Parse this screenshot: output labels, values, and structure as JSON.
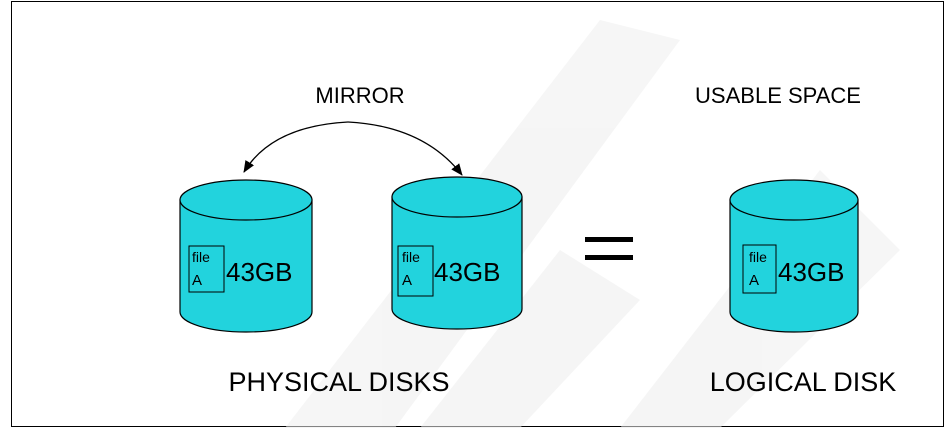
{
  "labels": {
    "mirror": "MIRROR",
    "usable_space": "USABLE SPACE",
    "physical_disks": "PHYSICAL DISKS",
    "logical_disk": "LOGICAL DISK",
    "equals": "="
  },
  "disks": [
    {
      "file_word": "file",
      "file_letter": "A",
      "capacity": "43GB"
    },
    {
      "file_word": "file",
      "file_letter": "A",
      "capacity": "43GB"
    },
    {
      "file_word": "file",
      "file_letter": "A",
      "capacity": "43GB"
    }
  ],
  "colors": {
    "disk_fill": "#22d3dd",
    "stroke": "#000000",
    "watermark": "#eeeeee",
    "background": "#ffffff"
  }
}
